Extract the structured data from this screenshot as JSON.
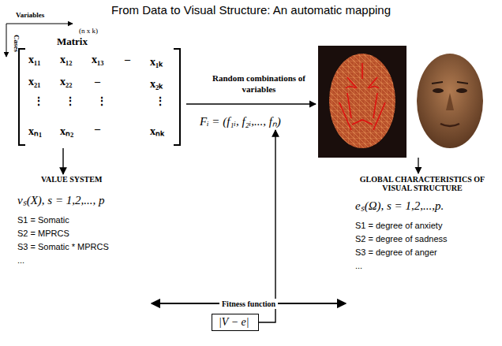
{
  "diagram": {
    "title": "From Data to Visual Structure: An automatic mapping",
    "nodes": [
      {
        "text": [
          "(n x k)",
          "Matrix"
        ]
      },
      {
        "text": [
          "Fᵢ = (f₁ᵢ, f₂ᵢ,..., fₙ)"
        ]
      },
      {
        "text": [
          "VALUE SYSTEM",
          "vₛ(X), s = 1,2,..., p",
          "S1 = Somatic",
          "S2 = MPRCS",
          "S3 = Somatic * MPRCS",
          "..."
        ]
      },
      {
        "text": [
          "GLOBAL CHARACTERISTICS OF VISUAL STRUCTURE",
          "eₛ(Ω), s = 1,2,...,p.",
          "S1 = degree of anxiety",
          "S2 = degree of sadness",
          "S3 = degree of anger",
          "..."
        ]
      },
      {
        "text": [
          "|V − e|"
        ]
      }
    ],
    "edges": [
      {
        "from": 0,
        "to": 2,
        "arrow": "to"
      },
      {
        "from": 2,
        "to": 3,
        "arrow": "both",
        "label": "Fitness function"
      },
      {
        "from": 4,
        "to": 1,
        "arrow": "to"
      }
    ],
    "labels": [
      "Variables",
      "Cases",
      "x₁₁",
      "x₁₂",
      "x₁₃",
      "–",
      "x₁ₖ",
      "x₂₁",
      "x₂₂",
      "–",
      "x₂ₖ",
      "⋮",
      "⋮",
      "⋮",
      "⋮",
      "xₙ₁",
      "xₙ₂",
      "–",
      "xₙₖ",
      "Random combinations of variables"
    ]
  }
}
